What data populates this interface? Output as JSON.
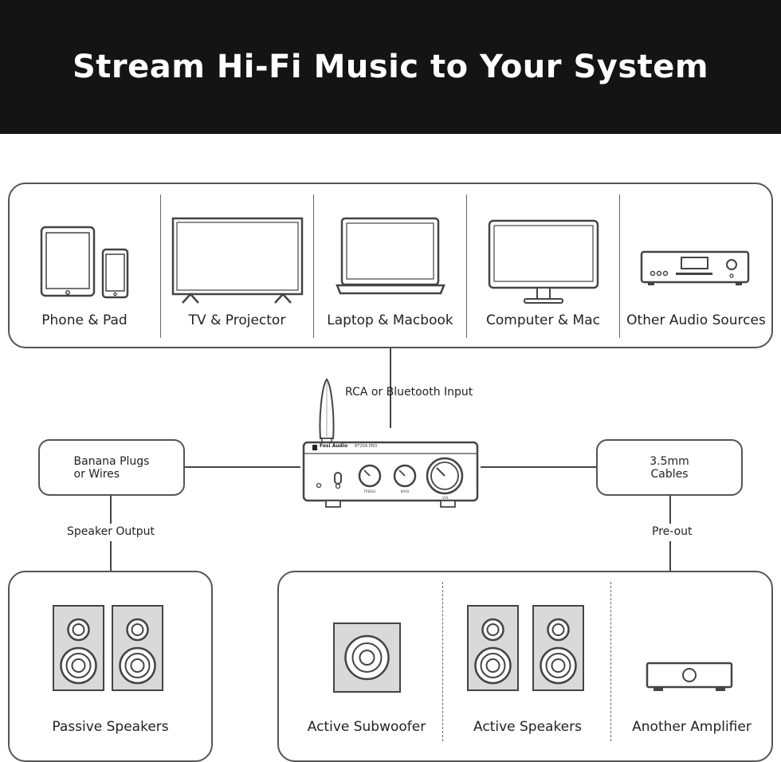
{
  "header": {
    "title": "Stream Hi-Fi Music to Your System"
  },
  "sources": [
    {
      "label": "Phone & Pad",
      "icon": "phone-tablet-icon"
    },
    {
      "label": "TV & Projector",
      "icon": "tv-icon"
    },
    {
      "label": "Laptop & Macbook",
      "icon": "laptop-icon"
    },
    {
      "label": "Computer & Mac",
      "icon": "monitor-icon"
    },
    {
      "label": "Other Audio Sources",
      "icon": "audio-player-icon"
    }
  ],
  "input_label": "RCA or Bluetooth Input",
  "amplifier": {
    "brand": "Fosi Audio",
    "model": "BT20A PRO",
    "knobs": [
      "TREBLE",
      "BASS",
      "VOL"
    ]
  },
  "left_connector": {
    "label": "Banana Plugs\nor Wires",
    "link_label": "Speaker Output"
  },
  "right_connector": {
    "label": "3.5mm\nCables",
    "link_label": "Pre-out"
  },
  "outputs": {
    "passive": {
      "label": "Passive Speakers"
    },
    "active": [
      {
        "label": "Active Subwoofer"
      },
      {
        "label": "Active Speakers"
      },
      {
        "label": "Another Amplifier"
      }
    ]
  },
  "colors": {
    "header_bg": "#141414",
    "stroke": "#444444",
    "fill_gray": "#d9d9d9"
  }
}
